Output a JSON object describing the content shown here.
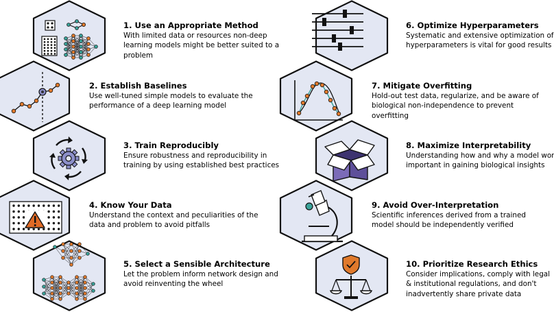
{
  "colors": {
    "hex_fill": "#e3e7f3",
    "hex_stroke": "#111111",
    "accent_orange": "#e07a2c",
    "accent_teal": "#3aa39a",
    "accent_purple": "#7b6bb8",
    "warning_orange": "#e06a25"
  },
  "tips": [
    {
      "number": "1.",
      "title": "Use an Appropriate Method",
      "body": "With limited data or resources non-deep learning models might be better suited to a problem",
      "icon": "model-comparison-icon"
    },
    {
      "number": "2.",
      "title": "Establish Baselines",
      "body": "Use well-tuned simple models to evaluate the performance of a deep learning model",
      "icon": "baseline-line-chart-icon"
    },
    {
      "number": "3.",
      "title": "Train Reproducibly",
      "body": "Ensure robustness and reproducibility in training by using established best practices",
      "icon": "reproducible-cycle-gear-icon"
    },
    {
      "number": "4.",
      "title": "Know Your Data",
      "body": "Understand the context and peculiarities of the data and problem to avoid pitfalls",
      "icon": "data-warning-icon"
    },
    {
      "number": "5.",
      "title": "Select a Sensible Architecture",
      "body": "Let the problem inform network design and avoid reinventing the wheel",
      "icon": "network-architecture-icon"
    },
    {
      "number": "6.",
      "title": "Optimize Hyperparameters",
      "body": "Systematic and extensive optimization of hyperparameters is vital for good results",
      "icon": "slider-controls-icon"
    },
    {
      "number": "7.",
      "title": "Mitigate Overfitting",
      "body": "Hold-out test data, regularize, and be aware of biological non-independence to prevent overfitting",
      "icon": "overfit-curve-icon"
    },
    {
      "number": "8.",
      "title": "Maximize Interpretability",
      "body": "Understanding how and why a model works is important in gaining biological insights",
      "icon": "open-box-icon"
    },
    {
      "number": "9.",
      "title": "Avoid Over-Interpretation",
      "body": "Scientific inferences derived from a trained model should be independently verified",
      "icon": "microscope-icon"
    },
    {
      "number": "10.",
      "title": "Prioritize Research Ethics",
      "body": "Consider implications, comply with legal & institutional regulations, and don't inadvertently share private data",
      "icon": "ethics-scales-shield-icon"
    }
  ]
}
